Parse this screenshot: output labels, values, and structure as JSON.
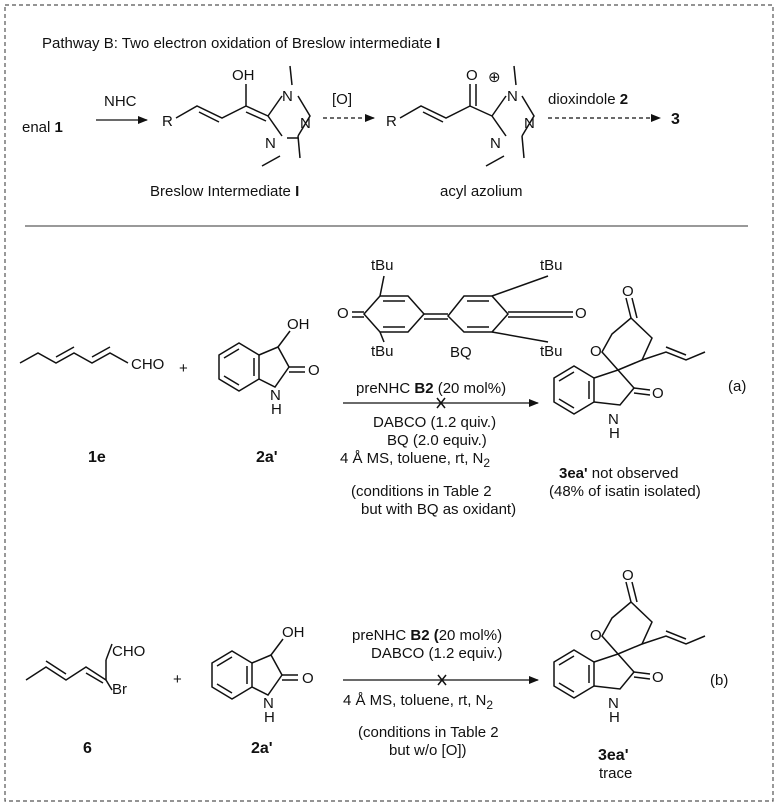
{
  "pathway": {
    "title_prefix": "Pathway B: Two electron oxidation of Breslow intermediate ",
    "title_bold": "I",
    "enal_prefix": "enal ",
    "enal_num": "1",
    "nhc": "NHC",
    "oxidant": "[O]",
    "dioxindole_prefix": "dioxindole ",
    "dioxindole_num": "2",
    "product_num": "3",
    "breslow_prefix": "Breslow Intermediate ",
    "breslow_bold": "I",
    "acyl": "acyl azolium",
    "atoms": {
      "R": "R",
      "OH": "OH",
      "O": "O",
      "N": "N",
      "plus": "⊕"
    }
  },
  "reaction_a": {
    "tag": "(a)",
    "aldehyde": "CHO",
    "plus": "+",
    "label_1e": "1e",
    "label_2a": "2a'",
    "bq": {
      "tBu": "tBu",
      "O": "O",
      "label": "BQ"
    },
    "above_arrow_prefix": "preNHC ",
    "above_arrow_bold": "B2",
    "above_arrow_suffix": " (20 mol%)",
    "cond_1": "DABCO (1.2 quiv.)",
    "cond_2": "BQ (2.0 equiv.)",
    "cond_3": "4 Å MS, toluene, rt, N",
    "cond_3_sub": "2",
    "note_1": "(conditions  in Table 2",
    "note_2": "but with BQ as oxidant)",
    "product_bold": "3ea'",
    "product_text": " not observed",
    "isatin": "(48% of isatin isolated)",
    "atoms": {
      "OH": "OH",
      "O": "O",
      "NH_N": "N",
      "NH_H": "H"
    }
  },
  "reaction_b": {
    "tag": "(b)",
    "aldehyde": "CHO",
    "br": "Br",
    "plus": "+",
    "label_6": "6",
    "label_2a": "2a'",
    "above_1_prefix": "preNHC ",
    "above_1_bold": "B2 (",
    "above_1_suffix": "20 mol%)",
    "above_2": "DABCO (1.2 equiv.)",
    "cond_3": "4 Å MS, toluene, rt, N",
    "cond_3_sub": "2",
    "note_1": "(conditions  in Table 2",
    "note_2": "but w/o [O])",
    "product_bold": "3ea'",
    "trace": "trace",
    "atoms": {
      "OH": "OH",
      "O": "O",
      "NH_N": "N",
      "NH_H": "H"
    }
  }
}
